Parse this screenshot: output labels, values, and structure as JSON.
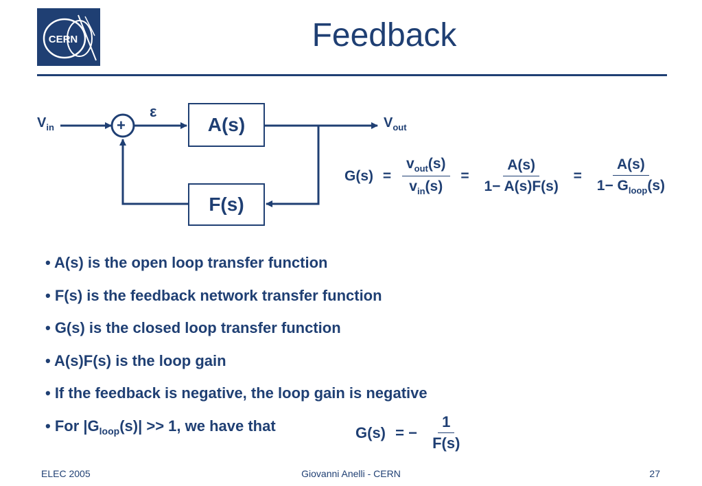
{
  "slide": {
    "title": "Feedback",
    "logo_text": "CERN"
  },
  "diagram": {
    "vin": "V",
    "vin_sub": "in",
    "vout": "V",
    "vout_sub": "out",
    "epsilon": "ε",
    "sum_symbol": "+",
    "forward_block": "A(s)",
    "feedback_block": "F(s)"
  },
  "equation_main": {
    "lhs": "G(s)",
    "eq": "=",
    "f1_num": "v",
    "f1_num_sub": "out",
    "f1_num_tail": "(s)",
    "f1_den": "v",
    "f1_den_sub": "in",
    "f1_den_tail": "(s)",
    "f2_num": "A(s)",
    "f2_den": "1− A(s)F(s)",
    "f3_num": "A(s)",
    "f3_den_head": "1− G",
    "f3_den_sub": "loop",
    "f3_den_tail": "(s)"
  },
  "bullets": [
    "• A(s) is the open loop transfer function",
    "• F(s) is the feedback network transfer function",
    "• G(s) is the closed loop transfer function",
    "• A(s)F(s) is the loop gain",
    "• If the feedback is negative, the loop gain is negative"
  ],
  "last_bullet": {
    "head": "• For |G",
    "sub": "loop",
    "tail": "(s)| >> 1, we have that"
  },
  "equation_approx": {
    "lhs": "G(s)",
    "eq": "= −",
    "num": "1",
    "den": "F(s)"
  },
  "footer": {
    "left": "ELEC 2005",
    "center": "Giovanni Anelli - CERN",
    "right": "27"
  }
}
